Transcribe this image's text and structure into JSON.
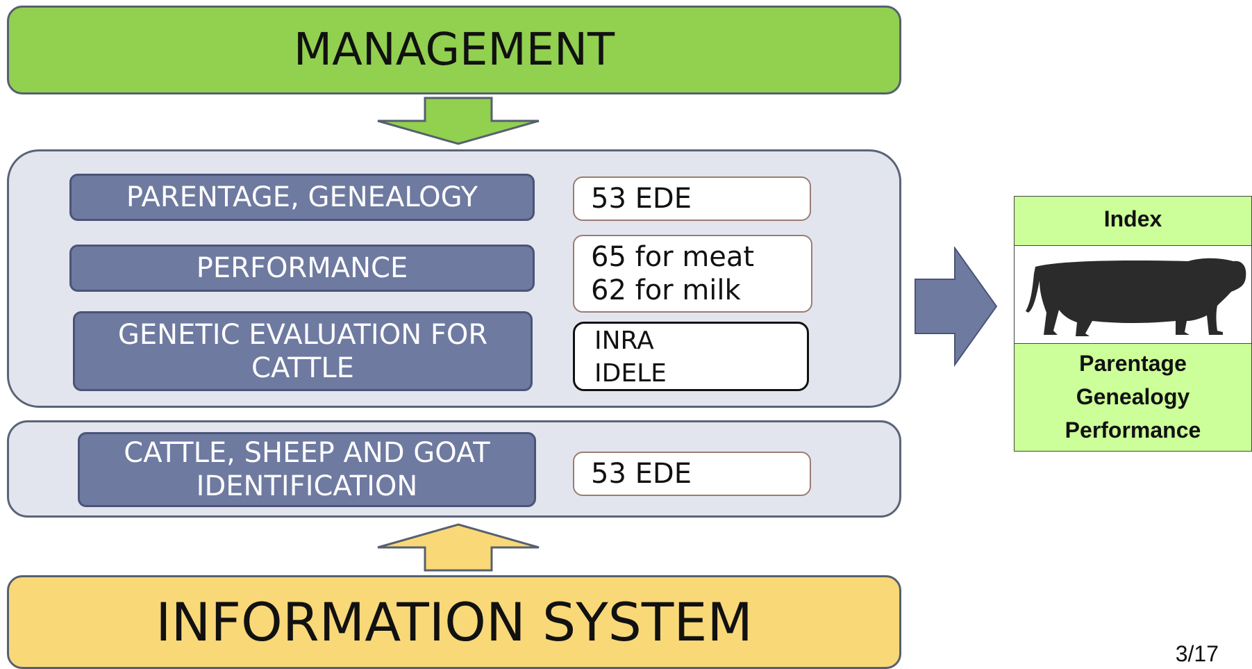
{
  "management": {
    "label": "MANAGEMENT"
  },
  "services": [
    {
      "label": "PARENTAGE, GENEALOGY",
      "value": "53 EDE"
    },
    {
      "label": "PERFORMANCE",
      "value_lines": [
        "65 for meat",
        "62 for milk"
      ]
    },
    {
      "label_lines": [
        "GENETIC EVALUATION FOR",
        "CATTLE"
      ],
      "value_lines": [
        "INRA",
        "IDELE"
      ]
    }
  ],
  "identification": {
    "label_lines": [
      "CATTLE, SHEEP AND GOAT",
      "IDENTIFICATION"
    ],
    "value": "53 EDE"
  },
  "information_system": {
    "label": "INFORMATION SYSTEM"
  },
  "index_card": {
    "title": "Index",
    "image": "cattle-silhouette",
    "lines": [
      "Parentage",
      "Genealogy",
      "Performance"
    ]
  },
  "page_number": "3/17",
  "colors": {
    "management_bg": "#92d050",
    "info_bg": "#f9d878",
    "item_bg": "#6e7aa0",
    "panel_bg": "#e3e5ee",
    "index_bg": "#ccff99"
  }
}
